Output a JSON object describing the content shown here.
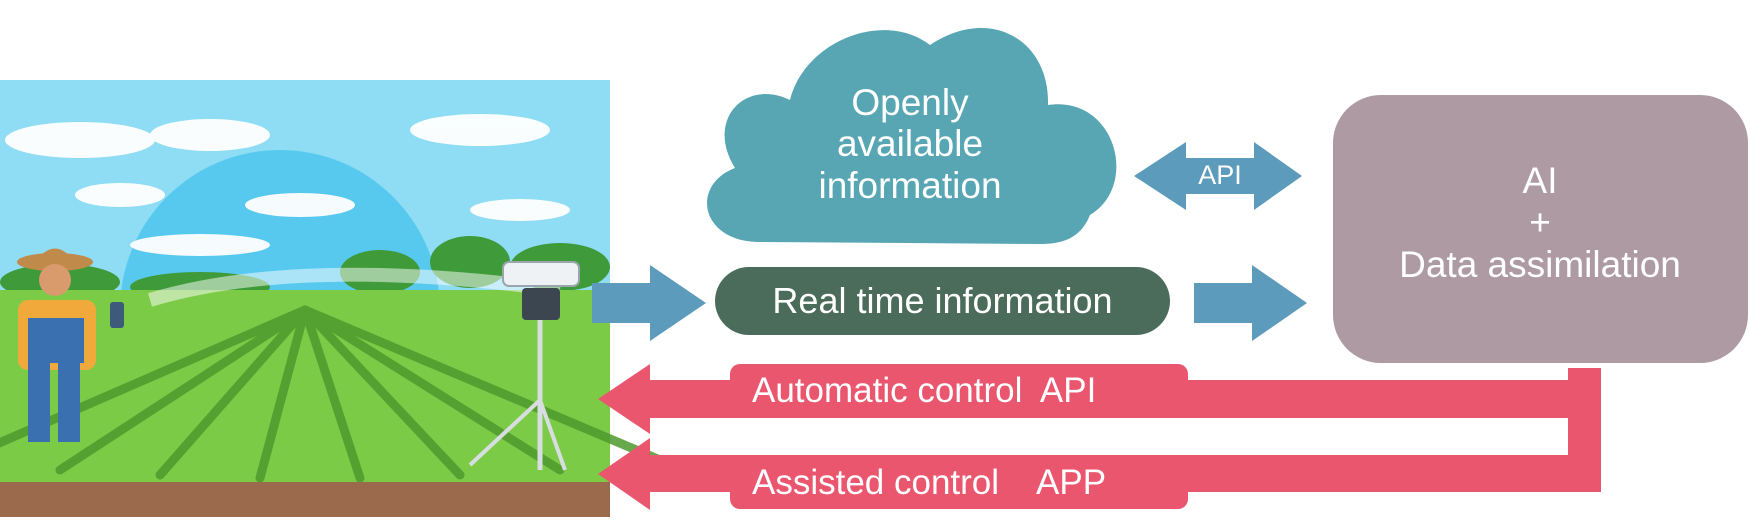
{
  "cloud": {
    "lines": [
      "Openly",
      "available",
      "information"
    ],
    "color": "#58a6b3"
  },
  "api_arrow": {
    "label": "API",
    "color": "#5d9bbd"
  },
  "ai_box": {
    "lines": [
      "AI",
      "+",
      "Data assimilation"
    ],
    "color": "#ad9aa3"
  },
  "realtime": {
    "label": "Real time information",
    "color": "#4b6b5b"
  },
  "flow_arrow_color": "#5d9bbd",
  "control": {
    "color": "#e9566e",
    "automatic_label": "Automatic control  API",
    "assisted_label": "Assisted control    APP"
  },
  "scene": {
    "sky": "#8fdcf5",
    "sun": "#57c9ef",
    "field": "#7ccb47",
    "soil": "#9b6a4c",
    "trees": "#3f9a3a"
  }
}
